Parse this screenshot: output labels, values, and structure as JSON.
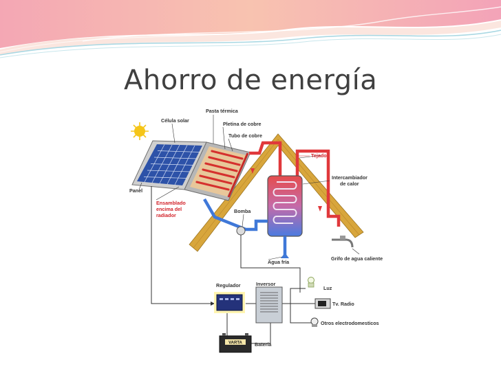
{
  "slide": {
    "title": "Ahorro de energía"
  },
  "labels": {
    "celula_solar": "Célula solar",
    "pasta_termica": "Pasta térmica",
    "pletina_cobre": "Pletina de cobre",
    "tubo_cobre": "Tubo de cobre",
    "tejado": "Tejado",
    "intercambiador_1": "Intercambiador",
    "intercambiador_2": "de calor",
    "panel": "Panel",
    "ensamblado_1": "Ensamblado",
    "ensamblado_2": "encima del",
    "ensamblado_3": "radiador",
    "bomba": "Bomba",
    "grifo": "Grifo de agua caliente",
    "agua_fria": "Agua fría",
    "regulador": "Regulador",
    "inversor": "Inversor",
    "luz": "Luz",
    "tv_radio": "Tv. Radio",
    "otros": "Otros electrodomesticos",
    "bateria": "Batería",
    "battery_brand": "VARTA"
  },
  "colors": {
    "title": "#404040",
    "roof": "#d8a63c",
    "hot_pipe": "#e0383b",
    "cold_pipe": "#3f78d8",
    "label_red": "#d2232a",
    "sun": "#f5c518"
  },
  "icons": [
    "sun-icon",
    "solar-panel-icon",
    "house-roof-icon",
    "heat-exchanger-tank-icon",
    "pump-icon",
    "faucet-icon",
    "regulator-icon",
    "inverter-icon",
    "light-bulb-icon",
    "tv-radio-icon",
    "appliance-icon",
    "battery-icon"
  ]
}
